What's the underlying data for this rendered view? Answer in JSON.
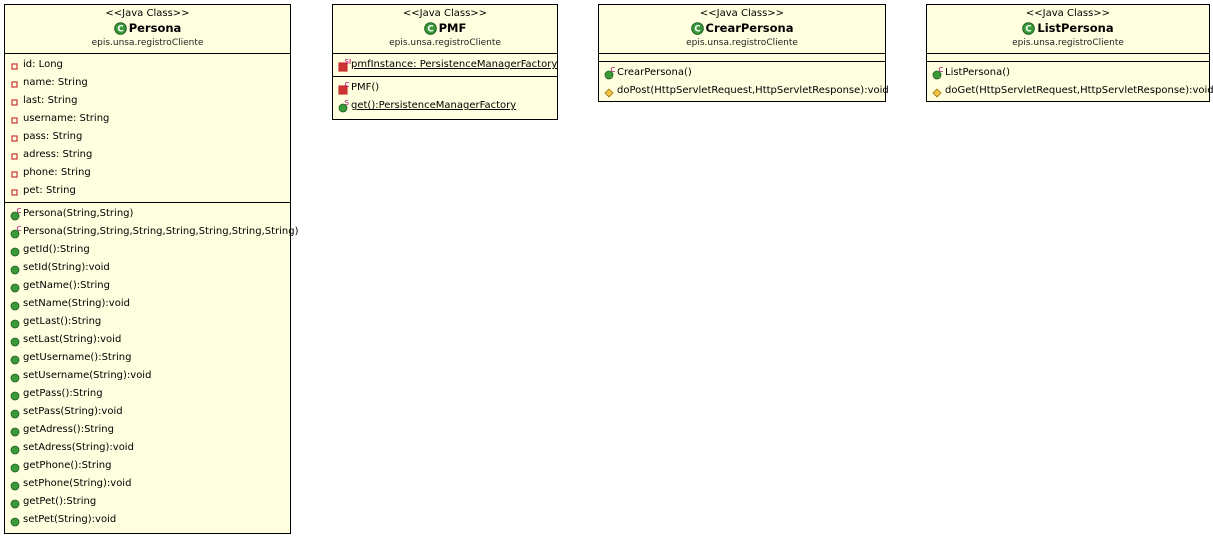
{
  "classes": [
    {
      "stereotype": "<<Java Class>>",
      "name": "Persona",
      "package": "epis.unsa.registroCliente",
      "fields": [
        {
          "text": "id: Long",
          "vis": "private"
        },
        {
          "text": "name: String",
          "vis": "private"
        },
        {
          "text": "last: String",
          "vis": "private"
        },
        {
          "text": "username: String",
          "vis": "private"
        },
        {
          "text": "pass: String",
          "vis": "private"
        },
        {
          "text": "adress: String",
          "vis": "private"
        },
        {
          "text": "phone: String",
          "vis": "private"
        },
        {
          "text": "pet: String",
          "vis": "private"
        }
      ],
      "methods": [
        {
          "text": "Persona(String,String)",
          "vis": "public",
          "mod": "C"
        },
        {
          "text": "Persona(String,String,String,String,String,String,String)",
          "vis": "public",
          "mod": "C"
        },
        {
          "text": "getId():String",
          "vis": "public"
        },
        {
          "text": "setId(String):void",
          "vis": "public"
        },
        {
          "text": "getName():String",
          "vis": "public"
        },
        {
          "text": "setName(String):void",
          "vis": "public"
        },
        {
          "text": "getLast():String",
          "vis": "public"
        },
        {
          "text": "setLast(String):void",
          "vis": "public"
        },
        {
          "text": "getUsername():String",
          "vis": "public"
        },
        {
          "text": "setUsername(String):void",
          "vis": "public"
        },
        {
          "text": "getPass():String",
          "vis": "public"
        },
        {
          "text": "setPass(String):void",
          "vis": "public"
        },
        {
          "text": "getAdress():String",
          "vis": "public"
        },
        {
          "text": "setAdress(String):void",
          "vis": "public"
        },
        {
          "text": "getPhone():String",
          "vis": "public"
        },
        {
          "text": "setPhone(String):void",
          "vis": "public"
        },
        {
          "text": "getPet():String",
          "vis": "public"
        },
        {
          "text": "setPet(String):void",
          "vis": "public"
        }
      ]
    },
    {
      "stereotype": "<<Java Class>>",
      "name": "PMF",
      "package": "epis.unsa.registroCliente",
      "fields": [
        {
          "text": "pmfInstance: PersistenceManagerFactory",
          "vis": "private",
          "mod": "SF",
          "underline": true
        }
      ],
      "methods": [
        {
          "text": "PMF()",
          "vis": "private",
          "mod": "C"
        },
        {
          "text": "get():PersistenceManagerFactory",
          "vis": "public",
          "mod": "S",
          "underline": true
        }
      ]
    },
    {
      "stereotype": "<<Java Class>>",
      "name": "CrearPersona",
      "package": "epis.unsa.registroCliente",
      "fields": [],
      "methods": [
        {
          "text": "CrearPersona()",
          "vis": "public",
          "mod": "C"
        },
        {
          "text": "doPost(HttpServletRequest,HttpServletResponse):void",
          "vis": "protected"
        }
      ]
    },
    {
      "stereotype": "<<Java Class>>",
      "name": "ListPersona",
      "package": "epis.unsa.registroCliente",
      "fields": [],
      "methods": [
        {
          "text": "ListPersona()",
          "vis": "public",
          "mod": "C"
        },
        {
          "text": "doGet(HttpServletRequest,HttpServletResponse):void",
          "vis": "protected"
        }
      ]
    }
  ],
  "colors": {
    "box_fill": "#ffffe0",
    "public_icon": "#3a9a3a",
    "private_icon": "#cc3333",
    "protected_icon": "#f0c040",
    "class_icon": "#3a9a3a",
    "modifier_text": "#b0006a"
  }
}
